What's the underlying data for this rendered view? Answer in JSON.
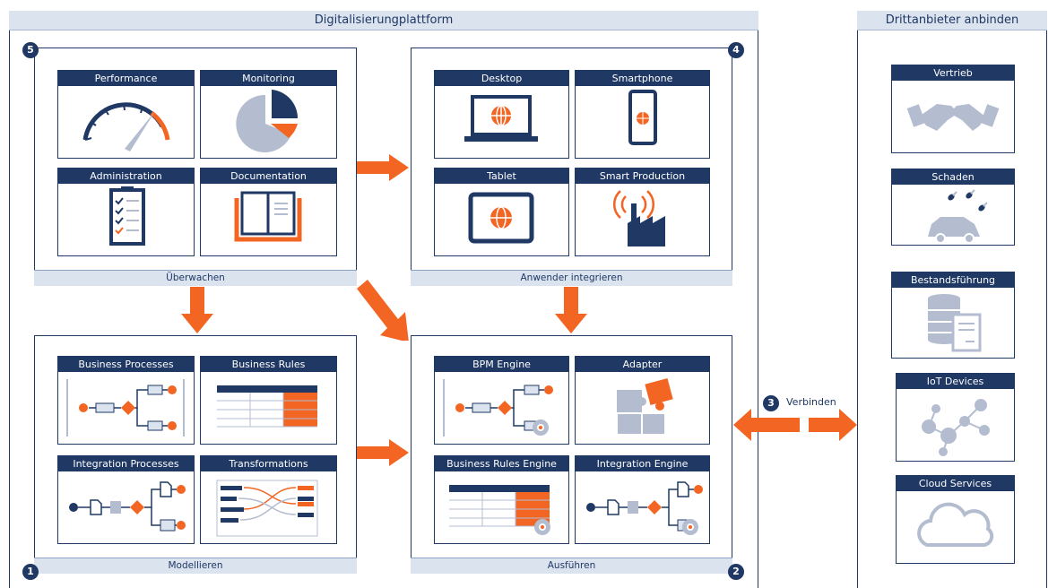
{
  "platform": {
    "title": "Digitalisierungplattform"
  },
  "third_party": {
    "title": "Drittanbieter anbinden",
    "items": [
      {
        "label": "Vertrieb",
        "icon": "handshake-icon"
      },
      {
        "label": "Schaden",
        "icon": "car-damage-icon"
      },
      {
        "label": "Bestandsführung",
        "icon": "database-document-icon"
      },
      {
        "label": "IoT Devices",
        "icon": "iot-network-icon"
      },
      {
        "label": "Cloud Services",
        "icon": "cloud-icon"
      }
    ]
  },
  "sections": {
    "monitor": {
      "number": "5",
      "footer": "Überwachen",
      "cards": [
        "Performance",
        "Monitoring",
        "Administration",
        "Documentation"
      ]
    },
    "users": {
      "number": "4",
      "footer": "Anwender integrieren",
      "cards": [
        "Desktop",
        "Smartphone",
        "Tablet",
        "Smart Production"
      ]
    },
    "model": {
      "number": "1",
      "footer": "Modellieren",
      "cards": [
        "Business Processes",
        "Business Rules",
        "Integration Processes",
        "Transformations"
      ]
    },
    "execute": {
      "number": "2",
      "footer": "Ausführen",
      "cards": [
        "BPM Engine",
        "Adapter",
        "Business Rules Engine",
        "Integration Engine"
      ]
    }
  },
  "connect": {
    "number": "3",
    "label": "Verbinden"
  },
  "colors": {
    "navy": "#1f3864",
    "orange": "#f26522",
    "light_blue": "#dbe3ef",
    "gray": "#b4bdd0"
  }
}
